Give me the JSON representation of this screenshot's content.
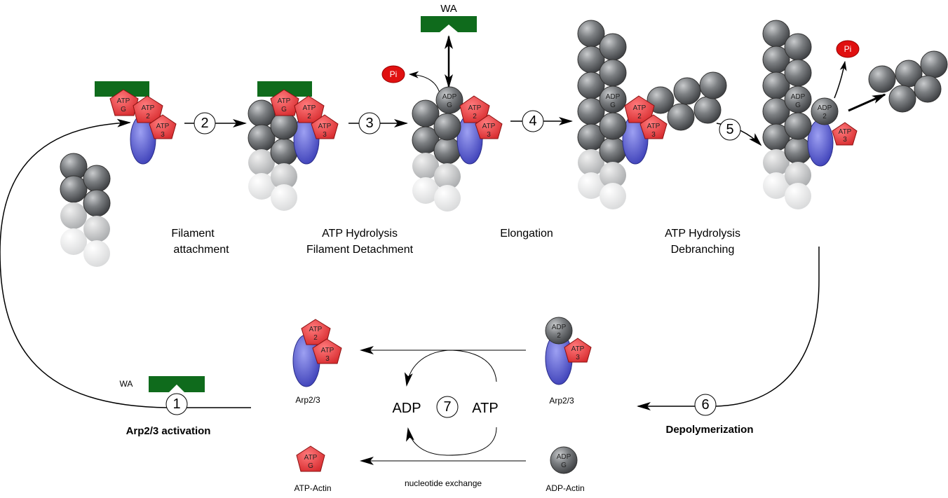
{
  "colors": {
    "actin": "#6f7275",
    "arp_red": "#e9474a",
    "arp_blue": "#5b5fd6",
    "wa_green": "#0f6b1c",
    "pi_red": "#e01010"
  },
  "stage_labels": {
    "s1_line1": "Filament",
    "s1_line2": "attachment",
    "s2_line1": "ATP Hydrolysis",
    "s2_line2": "Filament Detachment",
    "s3": "Elongation",
    "s4_line1": "ATP Hydrolysis",
    "s4_line2": "Debranching"
  },
  "steps": [
    "1",
    "2",
    "3",
    "4",
    "5",
    "6",
    "7"
  ],
  "bottom": {
    "activation": "Arp2/3 activation",
    "depolymerization": "Depolymerization",
    "wa_small": "WA",
    "wa_top": "WA",
    "arp_left": "Arp2/3",
    "arp_right": "Arp2/3",
    "atp_actin": "ATP-Actin",
    "adp_actin": "ADP-Actin",
    "adp": "ADP",
    "atp": "ATP",
    "exchange": "nucleotide exchange"
  },
  "molecules": {
    "atp": "ATP",
    "adp": "ADP",
    "g": "G",
    "two": "2",
    "three": "3",
    "pi": "Pi"
  }
}
